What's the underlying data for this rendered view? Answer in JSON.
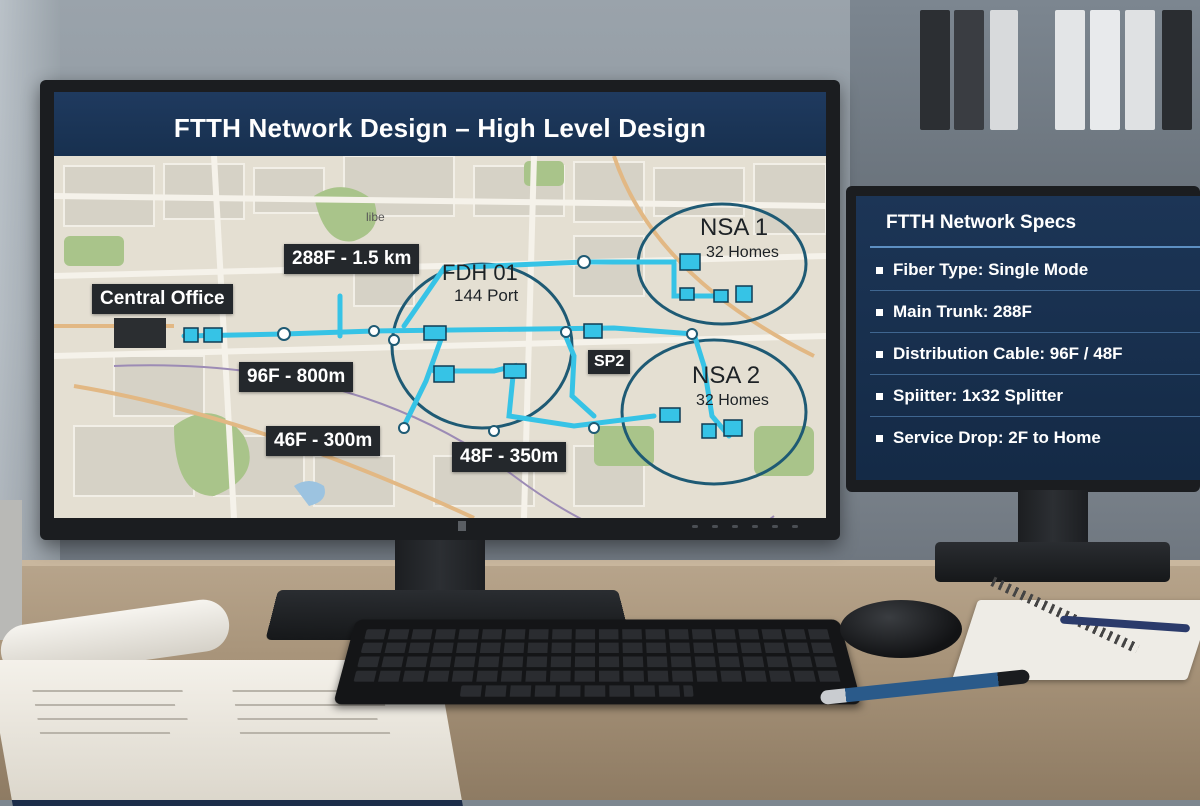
{
  "main_screen": {
    "title": "FTTH Network Design – High Level Design",
    "map": {
      "central_office_label": "Central Office",
      "cable_labels": {
        "trunk": "288F - 1.5 km",
        "distribution_96": "96F - 800m",
        "distribution_46": "46F - 300m",
        "distribution_48": "48F - 350m"
      },
      "fdh": {
        "name": "FDH 01",
        "ports": "144 Port"
      },
      "splitter_label": "SP2",
      "nsa1": {
        "name": "NSA 1",
        "homes": "32 Homes"
      },
      "nsa2": {
        "name": "NSA 2",
        "homes": "32 Homes"
      },
      "park_label": "libe"
    }
  },
  "side_screen": {
    "title": "FTTH Network Specs",
    "specs": [
      "Fiber Type: Single Mode",
      "Main Trunk: 288F",
      "Distribution Cable: 96F / 48F",
      "Spiitter: 1x32 Splitter",
      "Service Drop: 2F to Home"
    ]
  },
  "colors": {
    "header_bg": "#1f3a5f",
    "fiber_route": "#36c3e6",
    "zone_outline": "#1e5a74",
    "label_bg": "#24282c",
    "spec_panel_bg": "#1c3556"
  }
}
